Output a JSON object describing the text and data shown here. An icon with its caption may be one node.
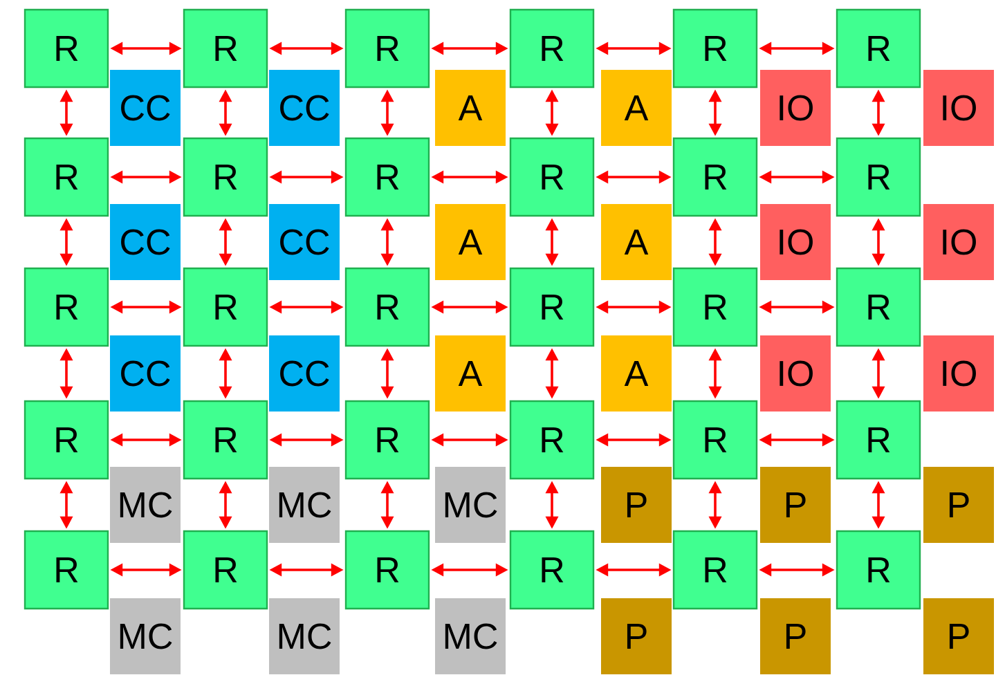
{
  "diagram": {
    "nodes": [
      {
        "text": [
          "R"
        ]
      },
      {
        "text": [
          "R"
        ]
      },
      {
        "text": [
          "R"
        ]
      },
      {
        "text": [
          "R"
        ]
      },
      {
        "text": [
          "R"
        ]
      },
      {
        "text": [
          "R"
        ]
      },
      {
        "text": [
          "CC"
        ]
      },
      {
        "text": [
          "CC"
        ]
      },
      {
        "text": [
          "A"
        ]
      },
      {
        "text": [
          "A"
        ]
      },
      {
        "text": [
          "IO"
        ]
      },
      {
        "text": [
          "IO"
        ]
      },
      {
        "text": [
          "R"
        ]
      },
      {
        "text": [
          "R"
        ]
      },
      {
        "text": [
          "R"
        ]
      },
      {
        "text": [
          "R"
        ]
      },
      {
        "text": [
          "R"
        ]
      },
      {
        "text": [
          "R"
        ]
      },
      {
        "text": [
          "CC"
        ]
      },
      {
        "text": [
          "CC"
        ]
      },
      {
        "text": [
          "A"
        ]
      },
      {
        "text": [
          "A"
        ]
      },
      {
        "text": [
          "IO"
        ]
      },
      {
        "text": [
          "IO"
        ]
      },
      {
        "text": [
          "R"
        ]
      },
      {
        "text": [
          "R"
        ]
      },
      {
        "text": [
          "R"
        ]
      },
      {
        "text": [
          "R"
        ]
      },
      {
        "text": [
          "R"
        ]
      },
      {
        "text": [
          "R"
        ]
      },
      {
        "text": [
          "CC"
        ]
      },
      {
        "text": [
          "CC"
        ]
      },
      {
        "text": [
          "A"
        ]
      },
      {
        "text": [
          "A"
        ]
      },
      {
        "text": [
          "IO"
        ]
      },
      {
        "text": [
          "IO"
        ]
      },
      {
        "text": [
          "R"
        ]
      },
      {
        "text": [
          "R"
        ]
      },
      {
        "text": [
          "R"
        ]
      },
      {
        "text": [
          "R"
        ]
      },
      {
        "text": [
          "R"
        ]
      },
      {
        "text": [
          "R"
        ]
      },
      {
        "text": [
          "MC"
        ]
      },
      {
        "text": [
          "MC"
        ]
      },
      {
        "text": [
          "MC"
        ]
      },
      {
        "text": [
          "P"
        ]
      },
      {
        "text": [
          "P"
        ]
      },
      {
        "text": [
          "P"
        ]
      },
      {
        "text": [
          "R"
        ]
      },
      {
        "text": [
          "R"
        ]
      },
      {
        "text": [
          "R"
        ]
      },
      {
        "text": [
          "R"
        ]
      },
      {
        "text": [
          "R"
        ]
      },
      {
        "text": [
          "R"
        ]
      },
      {
        "text": [
          "MC"
        ]
      },
      {
        "text": [
          "MC"
        ]
      },
      {
        "text": [
          "MC"
        ]
      },
      {
        "text": [
          "P"
        ]
      },
      {
        "text": [
          "P"
        ]
      },
      {
        "text": [
          "P"
        ]
      }
    ],
    "edges": [
      {
        "from": 0,
        "to": 1,
        "arrow": "both"
      },
      {
        "from": 1,
        "to": 2,
        "arrow": "both"
      },
      {
        "from": 2,
        "to": 3,
        "arrow": "both"
      },
      {
        "from": 3,
        "to": 4,
        "arrow": "both"
      },
      {
        "from": 4,
        "to": 5,
        "arrow": "both"
      },
      {
        "from": 12,
        "to": 13,
        "arrow": "both"
      },
      {
        "from": 13,
        "to": 14,
        "arrow": "both"
      },
      {
        "from": 14,
        "to": 15,
        "arrow": "both"
      },
      {
        "from": 15,
        "to": 16,
        "arrow": "both"
      },
      {
        "from": 16,
        "to": 17,
        "arrow": "both"
      },
      {
        "from": 24,
        "to": 25,
        "arrow": "both"
      },
      {
        "from": 25,
        "to": 26,
        "arrow": "both"
      },
      {
        "from": 26,
        "to": 27,
        "arrow": "both"
      },
      {
        "from": 27,
        "to": 28,
        "arrow": "both"
      },
      {
        "from": 28,
        "to": 29,
        "arrow": "both"
      },
      {
        "from": 36,
        "to": 37,
        "arrow": "both"
      },
      {
        "from": 37,
        "to": 38,
        "arrow": "both"
      },
      {
        "from": 38,
        "to": 39,
        "arrow": "both"
      },
      {
        "from": 39,
        "to": 40,
        "arrow": "both"
      },
      {
        "from": 40,
        "to": 41,
        "arrow": "both"
      },
      {
        "from": 48,
        "to": 49,
        "arrow": "both"
      },
      {
        "from": 49,
        "to": 50,
        "arrow": "both"
      },
      {
        "from": 50,
        "to": 51,
        "arrow": "both"
      },
      {
        "from": 51,
        "to": 52,
        "arrow": "both"
      },
      {
        "from": 52,
        "to": 53,
        "arrow": "both"
      },
      {
        "from": 0,
        "to": 12,
        "arrow": "both"
      },
      {
        "from": 1,
        "to": 13,
        "arrow": "both"
      },
      {
        "from": 2,
        "to": 14,
        "arrow": "both"
      },
      {
        "from": 3,
        "to": 15,
        "arrow": "both"
      },
      {
        "from": 4,
        "to": 16,
        "arrow": "both"
      },
      {
        "from": 5,
        "to": 17,
        "arrow": "both"
      },
      {
        "from": 12,
        "to": 24,
        "arrow": "both"
      },
      {
        "from": 13,
        "to": 25,
        "arrow": "both"
      },
      {
        "from": 14,
        "to": 26,
        "arrow": "both"
      },
      {
        "from": 15,
        "to": 27,
        "arrow": "both"
      },
      {
        "from": 16,
        "to": 28,
        "arrow": "both"
      },
      {
        "from": 17,
        "to": 29,
        "arrow": "both"
      },
      {
        "from": 24,
        "to": 36,
        "arrow": "both"
      },
      {
        "from": 25,
        "to": 37,
        "arrow": "both"
      },
      {
        "from": 26,
        "to": 38,
        "arrow": "both"
      },
      {
        "from": 27,
        "to": 39,
        "arrow": "both"
      },
      {
        "from": 28,
        "to": 40,
        "arrow": "both"
      },
      {
        "from": 29,
        "to": 41,
        "arrow": "both"
      },
      {
        "from": 36,
        "to": 48,
        "arrow": "both"
      },
      {
        "from": 37,
        "to": 49,
        "arrow": "both"
      },
      {
        "from": 38,
        "to": 50,
        "arrow": "both"
      },
      {
        "from": 39,
        "to": 51,
        "arrow": "both"
      },
      {
        "from": 40,
        "to": 52,
        "arrow": "both"
      },
      {
        "from": 41,
        "to": 53,
        "arrow": "both"
      }
    ]
  }
}
